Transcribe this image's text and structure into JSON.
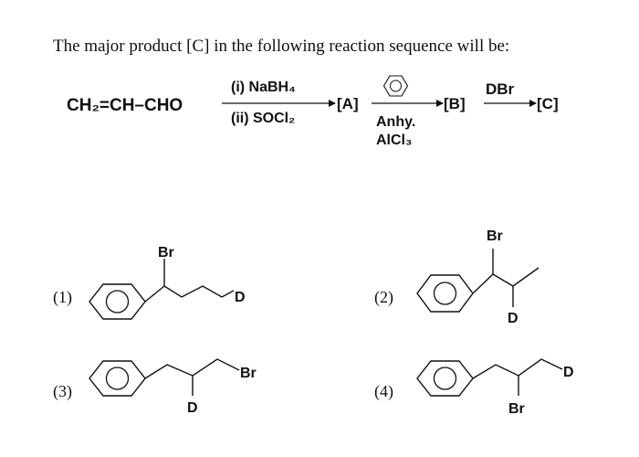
{
  "question": {
    "text": "The major product [C] in the following reaction sequence will be:"
  },
  "scheme": {
    "reactant": "CH₂=CH–CHO",
    "step1_reagent_1": "(i) NaBH₄",
    "step1_reagent_2": "(ii) SOCl₂",
    "product_a": "[A]",
    "step2_reagent_1": "Anhy.",
    "step2_reagent_2": "AlCl₃",
    "product_b": "[B]",
    "step3_reagent": "DBr",
    "product_c": "[C]"
  },
  "options": [
    {
      "number": "(1)",
      "substituent_1": "Br",
      "substituent_2": "D"
    },
    {
      "number": "(2)",
      "substituent_1": "Br",
      "substituent_2": "D"
    },
    {
      "number": "(3)",
      "substituent_1": "Br",
      "substituent_2": "D"
    },
    {
      "number": "(4)",
      "substituent_1": "D",
      "substituent_2": "Br"
    }
  ],
  "colors": {
    "ink": "#111111",
    "background": "#ffffff"
  }
}
